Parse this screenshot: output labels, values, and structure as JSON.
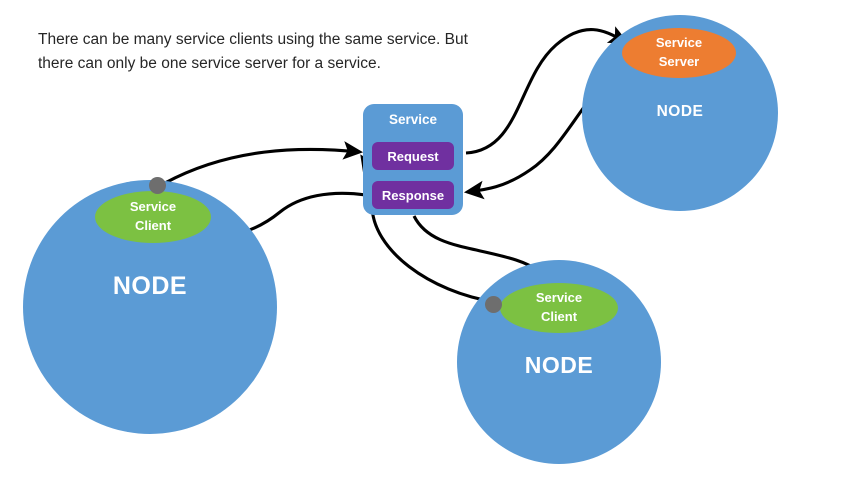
{
  "caption": {
    "text": "There can be many service clients using the same service. But there can only be one service server for a service."
  },
  "service": {
    "title": "Service",
    "messages": [
      {
        "label": "Request"
      },
      {
        "label": "Response"
      }
    ]
  },
  "nodes": [
    {
      "id": "node-left",
      "label": "NODE",
      "role": {
        "type": "client",
        "line1": "Service",
        "line2": "Client"
      }
    },
    {
      "id": "node-right",
      "label": "NODE",
      "role": {
        "type": "server",
        "line1": "Service",
        "line2": "Server"
      }
    },
    {
      "id": "node-bottom",
      "label": "NODE",
      "role": {
        "type": "client",
        "line1": "Service",
        "line2": "Client"
      }
    }
  ],
  "colors": {
    "node_blue": "#5B9BD5",
    "client_green": "#7CC142",
    "server_orange": "#ED7D31",
    "message_purple": "#7030A0",
    "connector_gray": "#6E6E6E",
    "arrow_black": "#000000",
    "text_dark": "#262626",
    "background": "#FFFFFF"
  },
  "connections": [
    {
      "name": "left-client-to-request",
      "from": "left service client",
      "to": "Request",
      "direction": "to-service"
    },
    {
      "name": "response-to-left-client",
      "from": "Response",
      "to": "left service client",
      "direction": "to-client"
    },
    {
      "name": "request-to-server",
      "from": "Request",
      "to": "Service Server",
      "direction": "to-server"
    },
    {
      "name": "server-to-response",
      "from": "Service Server",
      "to": "Response",
      "direction": "to-service"
    },
    {
      "name": "bottom-client-to-request",
      "from": "bottom service client",
      "to": "Request",
      "direction": "to-service"
    },
    {
      "name": "response-to-bottom-client",
      "from": "Response",
      "to": "bottom service client",
      "direction": "to-client"
    }
  ]
}
